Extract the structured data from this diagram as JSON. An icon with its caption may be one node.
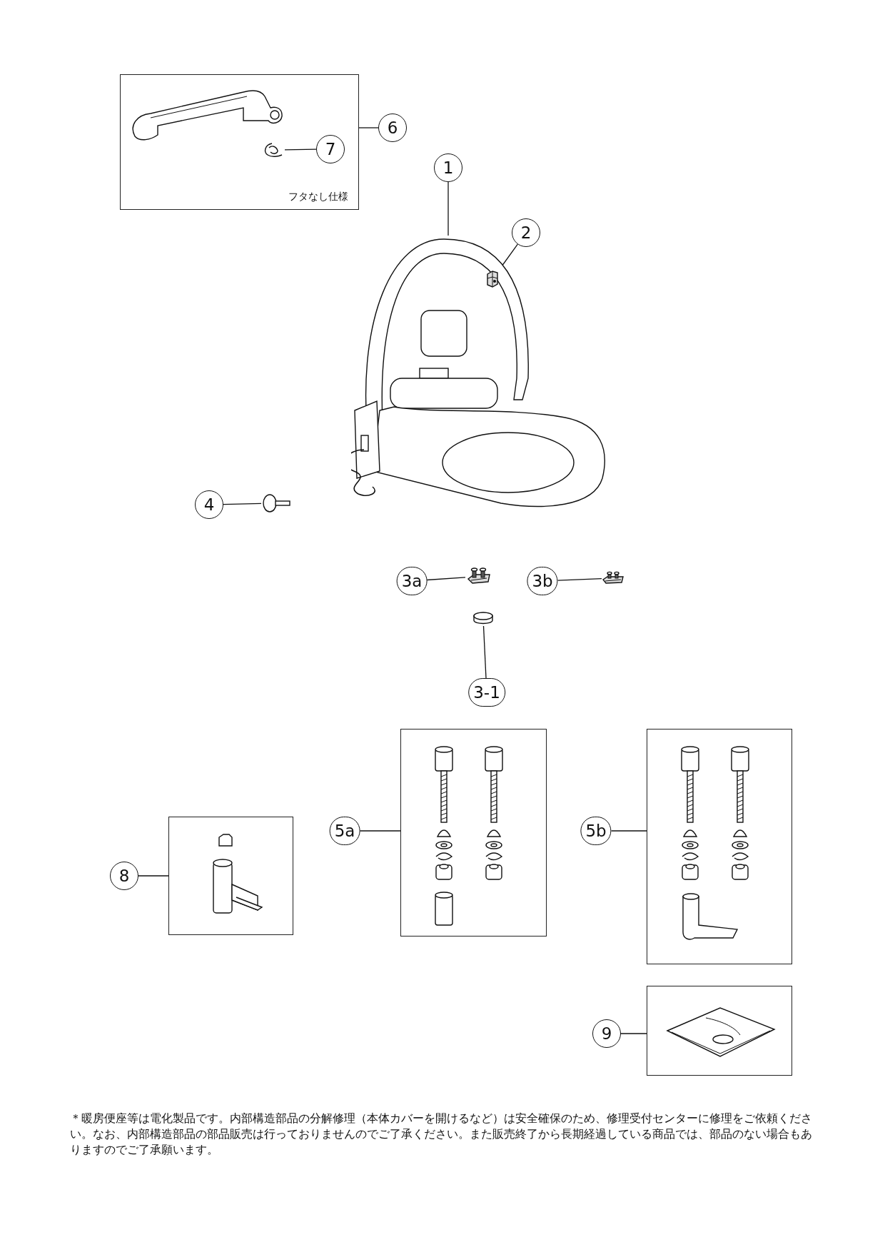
{
  "diagram": {
    "nodes": [
      {
        "text": [
          "フタなし仕様"
        ]
      },
      {
        "text": [],
        "shape": "picture",
        "in": 0
      },
      {
        "text": [
          "6"
        ]
      },
      {
        "text": [],
        "shape": "picture",
        "in": 0
      },
      {
        "text": [
          "7"
        ],
        "in": 0
      },
      {
        "text": [
          "1"
        ]
      },
      {
        "text": [],
        "shape": "picture"
      },
      {
        "text": [
          "2"
        ]
      },
      {
        "text": [],
        "shape": "picture",
        "in": 6
      },
      {
        "text": [
          "4"
        ]
      },
      {
        "text": [],
        "shape": "picture"
      },
      {
        "text": [
          "3a"
        ]
      },
      {
        "text": [],
        "shape": "picture"
      },
      {
        "text": [
          "3b"
        ]
      },
      {
        "text": [],
        "shape": "picture"
      },
      {
        "text": [],
        "shape": "picture"
      },
      {
        "text": [
          "3-1"
        ]
      },
      {
        "text": [
          "5a"
        ]
      },
      {
        "text": [],
        "shape": "box"
      },
      {
        "text": [
          "5b"
        ]
      },
      {
        "text": [],
        "shape": "box"
      },
      {
        "text": [
          "8"
        ]
      },
      {
        "text": [],
        "shape": "box"
      },
      {
        "text": [
          "9"
        ]
      },
      {
        "text": [],
        "shape": "box"
      }
    ],
    "edges": [
      {
        "from": 2,
        "to": 0,
        "arrow": "none"
      },
      {
        "from": 4,
        "to": 3,
        "arrow": "none"
      },
      {
        "from": 5,
        "to": 6,
        "arrow": "none"
      },
      {
        "from": 7,
        "to": 8,
        "arrow": "none"
      },
      {
        "from": 9,
        "to": 10,
        "arrow": "none"
      },
      {
        "from": 11,
        "to": 12,
        "arrow": "none"
      },
      {
        "from": 13,
        "to": 14,
        "arrow": "none"
      },
      {
        "from": 16,
        "to": 15,
        "arrow": "none"
      },
      {
        "from": 17,
        "to": 18,
        "arrow": "none"
      },
      {
        "from": 19,
        "to": 20,
        "arrow": "none"
      },
      {
        "from": 21,
        "to": 22,
        "arrow": "none"
      },
      {
        "from": 23,
        "to": 24,
        "arrow": "none"
      }
    ],
    "labels": [
      "＊暖房便座等は電化製品です。内部構造部品の分解修理（本体カバーを開けるなど）は安全確保のため、修理受付センターに修理をご依頼ください。なお、内部構造部品の部品販売は行っておりませんのでご了承ください。また販売終了から長期経過している商品では、部品のない場合もありますのでご了承願います。"
    ]
  }
}
